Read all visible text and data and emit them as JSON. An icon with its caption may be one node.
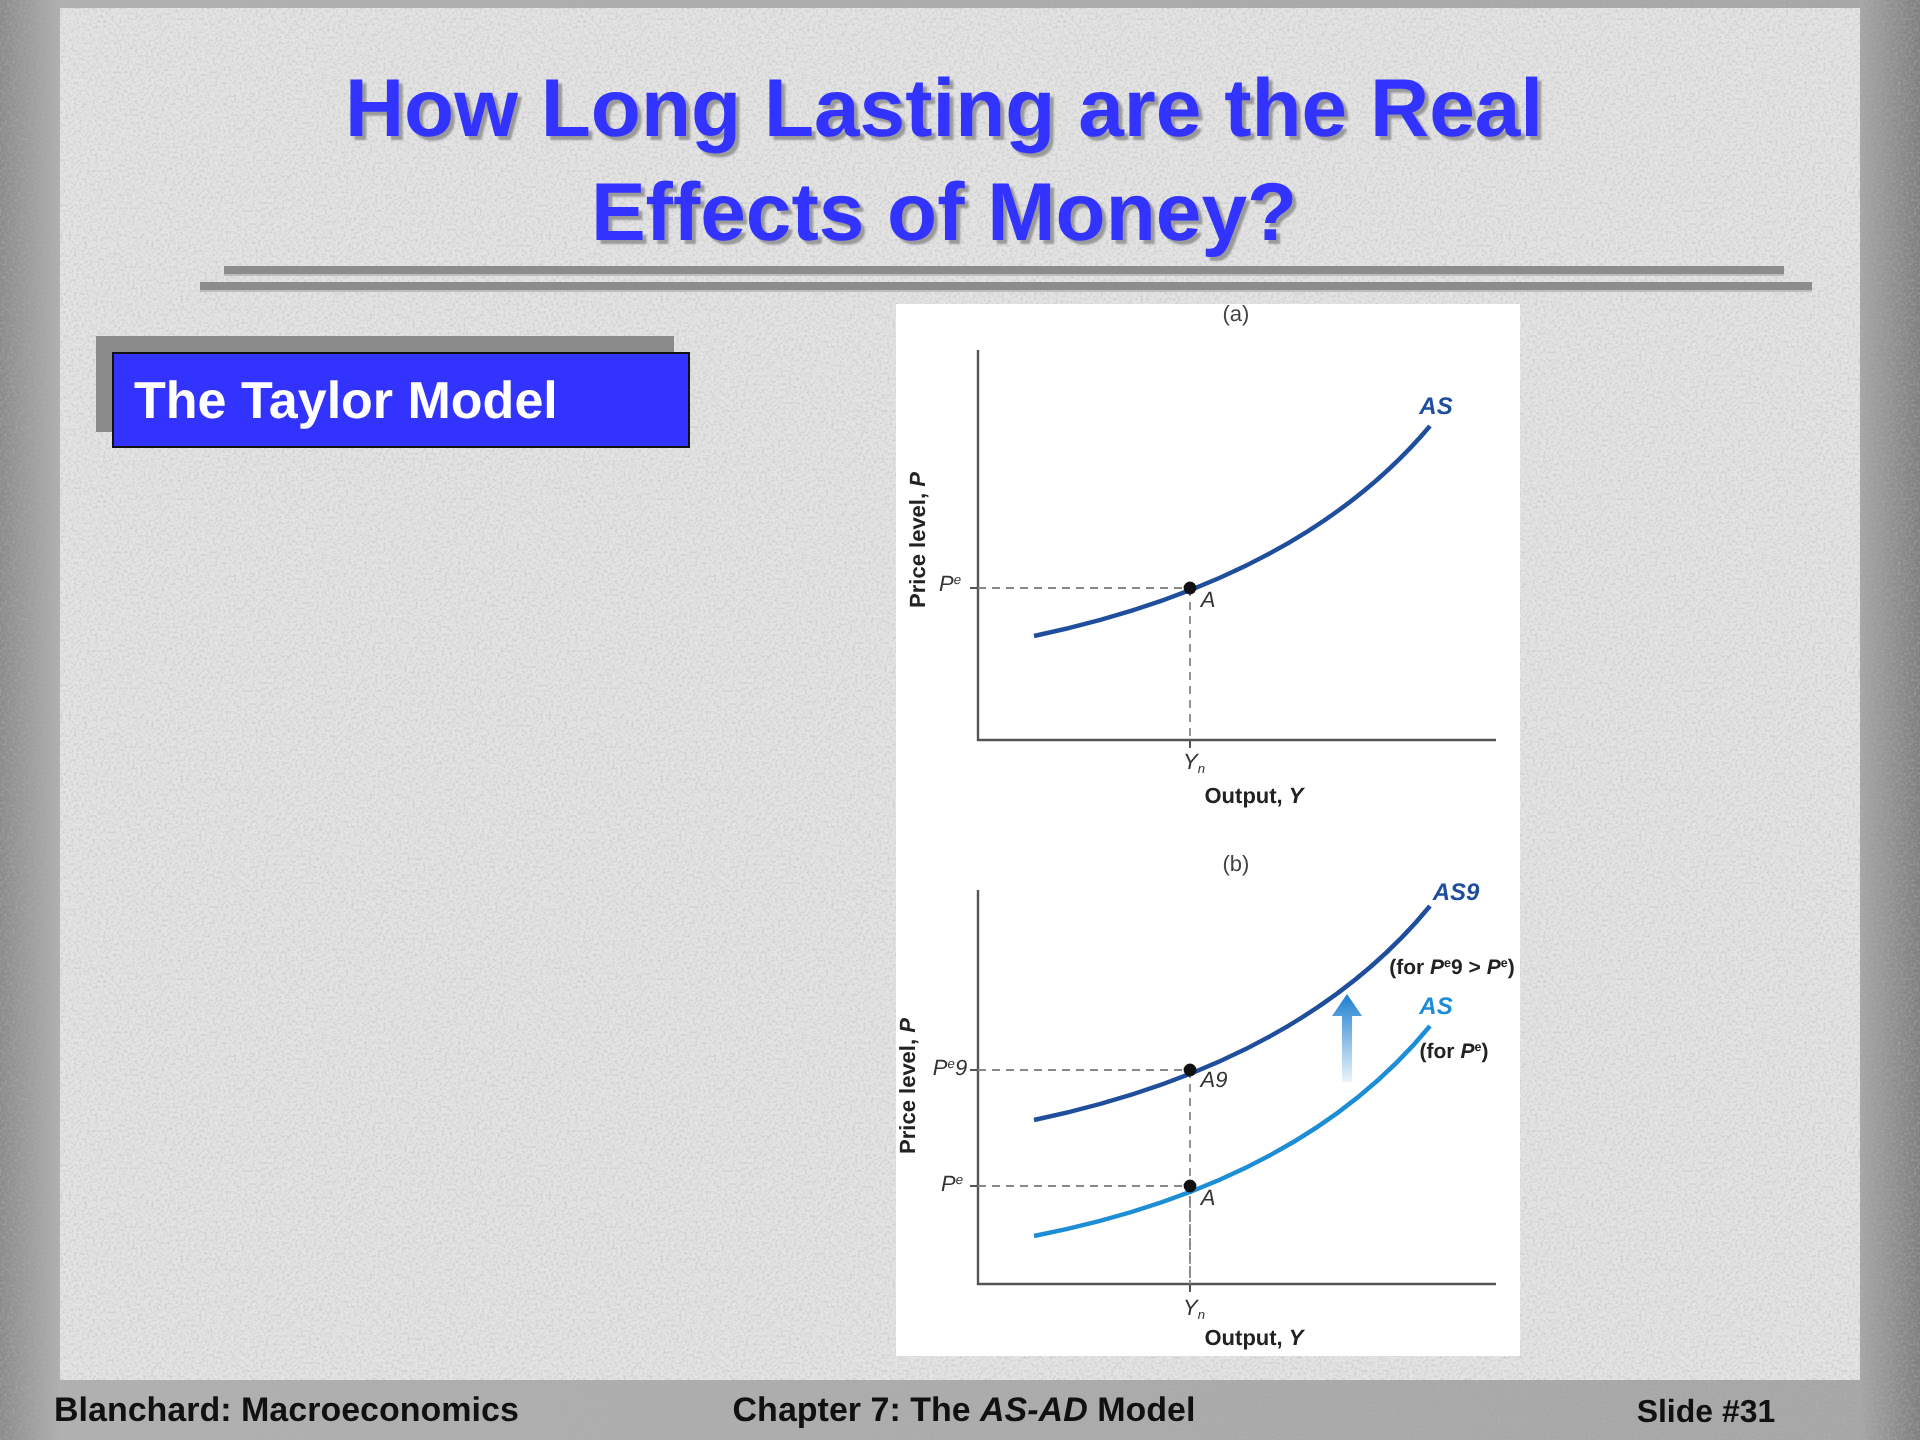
{
  "diagram": {
    "title": "How Long Lasting are the Real Effects of Money?",
    "nodes": [
      {
        "text": [
          "The Taylor Model"
        ]
      }
    ],
    "labels": [
      "(a)",
      "AS",
      "Price level, *P*",
      "P$^{e}$",
      "A",
      "Y$_{n}$",
      "Output, *Y*",
      "(b)",
      "AS9",
      "(for *P*$^{e}$9 > *P*$^{e}$)",
      "AS",
      "(for *P*$^{e}$)",
      "Price level, *P*",
      "P$^{e}$9",
      "A9",
      "P$^{e}$",
      "A",
      "Y$_{n}$",
      "Output, *Y*",
      "Blanchard: Macroeconomics",
      "Chapter 7: The *AS-AD* Model",
      "Slide #31"
    ]
  }
}
